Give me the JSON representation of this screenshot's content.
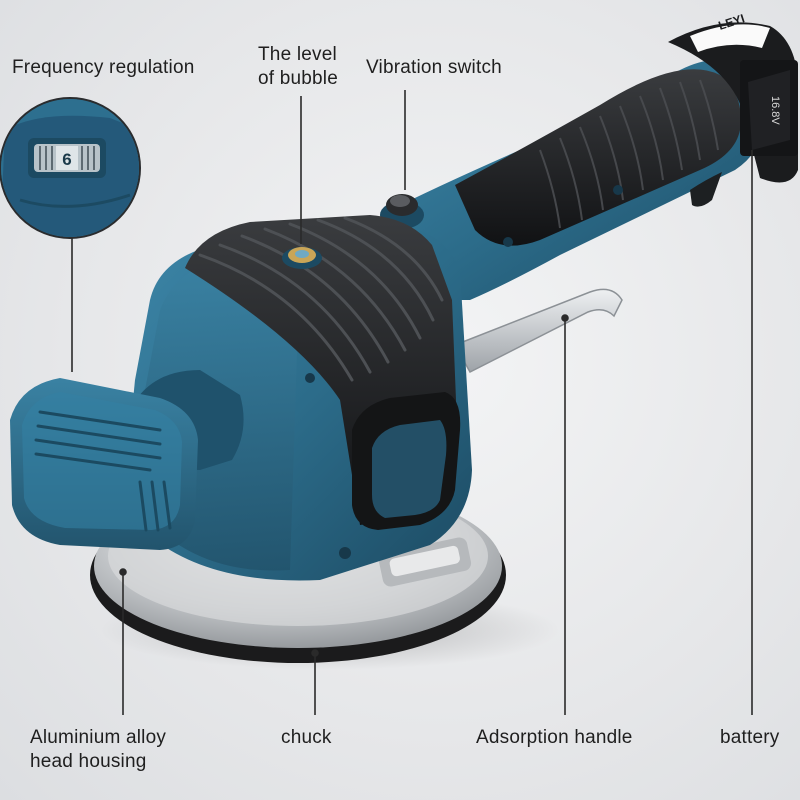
{
  "labels": {
    "frequency": "Frequency regulation",
    "bubble_line1": "The level",
    "bubble_line2": "of bubble",
    "vibration": "Vibration switch",
    "housing_line1": "Aluminium alloy",
    "housing_line2": "head housing",
    "chuck": "chuck",
    "handle": "Adsorption handle",
    "battery": "battery"
  },
  "inset": {
    "dial_value": "6"
  },
  "battery_text": {
    "voltage": "16.8V",
    "brand_logo": "LEYI"
  },
  "colors": {
    "body_blue": "#2e6e8c",
    "body_dark_blue": "#1d4f68",
    "rubber_black": "#1c1d1f",
    "chuck_silver": "#c9cbce",
    "background": "#e9eaec"
  }
}
